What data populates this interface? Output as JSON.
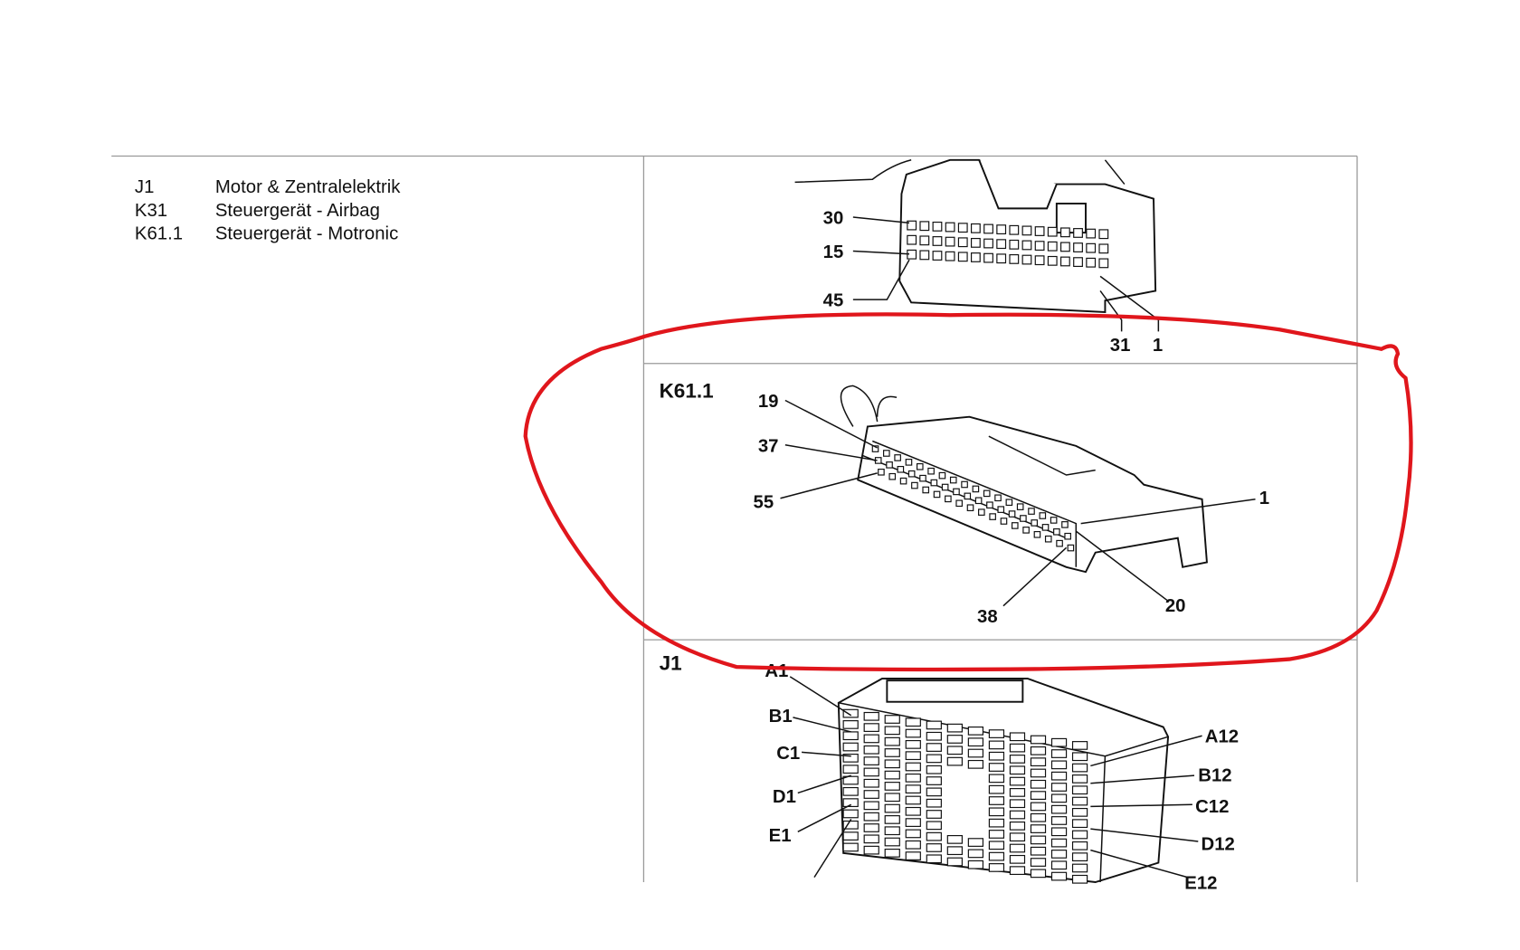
{
  "legend": [
    {
      "code": "J1",
      "description": "Motor & Zentralelektrik"
    },
    {
      "code": "K31",
      "description": "Steuergerät - Airbag"
    },
    {
      "code": "K61.1",
      "description": "Steuergerät - Motronic"
    }
  ],
  "connectors": {
    "k31": {
      "pins": [
        "30",
        "15",
        "45",
        "31",
        "1"
      ]
    },
    "k61": {
      "title": "K61.1",
      "pins": [
        "19",
        "37",
        "55",
        "1",
        "20",
        "38"
      ]
    },
    "j1": {
      "title": "J1",
      "pins": [
        "A1",
        "B1",
        "C1",
        "D1",
        "E1",
        "A12",
        "B12",
        "C12",
        "D12",
        "E12"
      ]
    }
  },
  "annotation_color": "#e0161c"
}
